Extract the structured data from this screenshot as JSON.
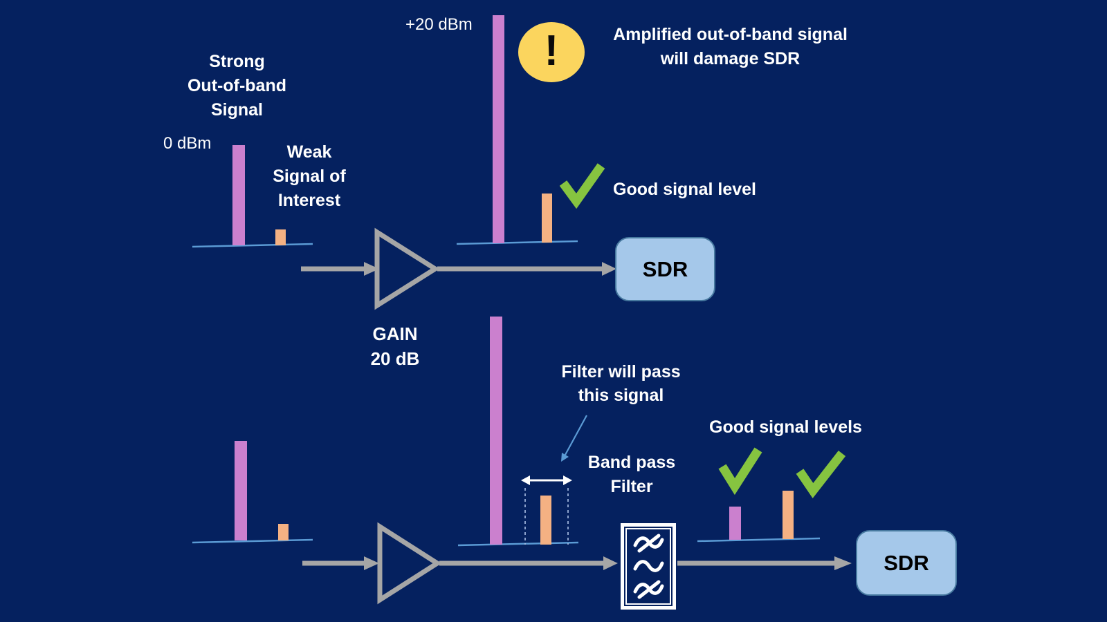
{
  "top_row": {
    "strong_label": "Strong\nOut-of-band\nSignal",
    "input_level_label": "0 dBm",
    "weak_label": "Weak\nSignal of\nInterest",
    "gain_label": "GAIN\n20 dB",
    "amplified_level_label": "+20 dBm",
    "warning_icon_glyph": "!",
    "warning_text": "Amplified out-of-band signal\nwill damage SDR",
    "good_signal_label": "Good signal level",
    "sdr_label": "SDR"
  },
  "bottom_row": {
    "filter_callout": "Filter will pass\nthis signal",
    "bandpass_label": "Band pass\nFilter",
    "good_signals_label": "Good signal levels",
    "sdr_label": "SDR"
  },
  "colors": {
    "background": "#05215F",
    "out_of_band_bar": "#CB80CE",
    "signal_of_interest_bar": "#F4B183",
    "amplifier_gray": "#A6A6A6",
    "baseline_blue": "#5B9BD5",
    "check_green": "#86C440",
    "warning_yellow": "#FBD55E",
    "sdr_box_fill": "#A5C8EA",
    "sdr_box_border": "#47799F",
    "text_white": "#FFFFFF",
    "sdr_text": "#000000"
  }
}
